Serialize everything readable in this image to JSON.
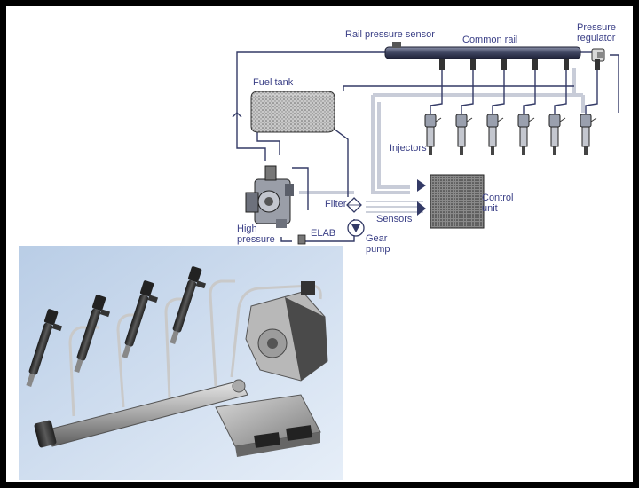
{
  "labels": {
    "rail_pressure_sensor": "Rail pressure sensor",
    "common_rail": "Common rail",
    "pressure_regulator_line1": "Pressure",
    "pressure_regulator_line2": "regulator",
    "fuel_tank": "Fuel tank",
    "injectors": "Injectors",
    "filter": "Filter",
    "control_unit_line1": "Control",
    "control_unit_line2": "unit",
    "sensors": "Sensors",
    "high_pressure_line1": "High",
    "high_pressure_line2": "pressure",
    "elab": "ELAB",
    "gear_pump_line1": "Gear",
    "gear_pump_line2": "pump"
  },
  "colors": {
    "label_text": "#3a3f86",
    "pipe": "#333a66",
    "return_line": "#c8ccd8",
    "photo_bg_top": "#b9cde6",
    "photo_bg_bottom": "#e6eef8"
  },
  "diagram": {
    "injector_count": 6
  },
  "photo": {
    "injector_count": 4
  }
}
